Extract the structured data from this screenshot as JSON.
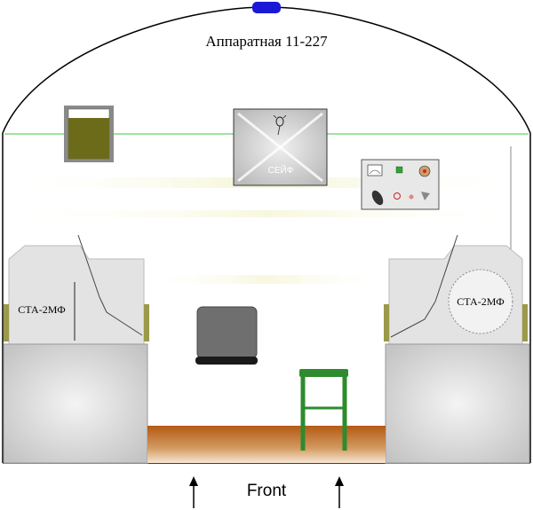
{
  "diagram": {
    "title": "Аппаратная 11-227",
    "front_label": "Front",
    "safe_label": "СЕЙФ",
    "left_unit_label": "СТА-2МФ",
    "right_unit_label": "СТА-2МФ"
  },
  "colors": {
    "outline": "#000000",
    "wall_line": "#3cc83c",
    "roof_light": "#1a1ad6",
    "floor_brown": "#b0601c",
    "stool_green": "#2e8b2e",
    "cabinet_fill": "#cfcfcf",
    "unit_fill": "#e3e3e3",
    "tank_liquid": "#6b6b1a"
  },
  "icons": {
    "front_arrow": "arrow-up-icon",
    "safe_mark": "bug-icon"
  }
}
